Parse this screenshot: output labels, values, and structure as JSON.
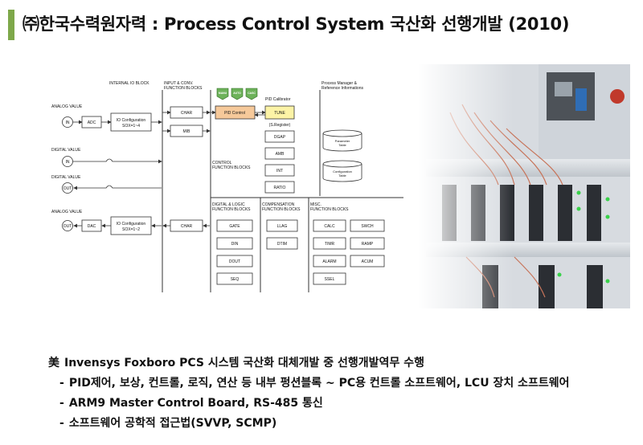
{
  "title": "㈜한국수력원자력 : Process Control System 국산화 선행개발 (2010)",
  "diagram": {
    "sections": {
      "internal_io": "INTERNAL IO BLOCK",
      "input_conv_1": "INPUT & CONV.",
      "input_conv_2": "FUNCTION BLOCKS",
      "pid_calibrator": "PID Calibrator",
      "process_manager_1": "Process Manager &",
      "process_manager_2": "Reference Informations",
      "control_fb_1": "CONTROL",
      "control_fb_2": "FUNCTION BLOCKS",
      "digital_logic_1": "DIGITAL & LOGIC",
      "digital_logic_2": "FUNCTION BLOCKS",
      "compensation_1": "COMPENSATION",
      "compensation_2": "FUNCTION BLOCKS",
      "misc_1": "MISC.",
      "misc_2": "FUNCTION BLOCKS"
    },
    "signals": {
      "analog_in": "ANALOG VALUE",
      "digital_in": "DIGITAL VALUE",
      "digital_out": "DIGITAL VALUE",
      "analog_out": "ANALOG VALUE"
    },
    "ports": {
      "in": "IN",
      "out": "OUT"
    },
    "blocks": {
      "adc": "ADC",
      "dac": "DAC",
      "io_cfg_top_1": "IO Configuration",
      "io_cfg_top_2": "SOX=1~4",
      "io_cfg_bot_1": "IO Configuration",
      "io_cfg_bot_2": "SOX=1~2",
      "char_top": "CHAR",
      "mib": "MIB",
      "char_bot": "CHAR",
      "pid_control": "PID Control",
      "tune": "TUNE",
      "s_register": "(S.Register)",
      "dgap": "DGAP",
      "amb": "AMB",
      "int": "INT",
      "ratio": "RATIO",
      "gate": "GATE",
      "din": "DIN",
      "dout": "DOUT",
      "seq": "SEQ",
      "llag": "LLAG",
      "dtim": "DTIM",
      "calc": "CALC",
      "swch": "SWCH",
      "timr": "TIMR",
      "ramp": "RAMP",
      "alarm": "ALARM",
      "acum": "ACUM",
      "ssel": "SSEL",
      "manu": "MANU",
      "auto": "AUTO",
      "casc": "CASC",
      "param_table_1": "Parameter",
      "param_table_2": "Table",
      "config_table_1": "Configuration",
      "config_table_2": "Table"
    }
  },
  "bullets": {
    "main_marker": "美",
    "main": "Invensys Foxboro PCS 시스템 국산화  대체개발 중 선행개발역무 수행",
    "sub_marker": "-",
    "items": [
      "PID제어, 보상, 컨트롤, 로직, 연산 등 내부 펑션블록 ~ PC용 컨트롤 소프트웨어, LCU 장치 소프트웨어",
      "ARM9 Master Control Board, RS-485 통신",
      "소프트웨어 공학적 접근법(SVVP, SCMP)"
    ]
  },
  "colors": {
    "accent_bar": "#7ea84a",
    "pid_fill": "#f6c99a",
    "tune_fill": "#fcf3a6",
    "mode_tag": "#6db25a"
  }
}
